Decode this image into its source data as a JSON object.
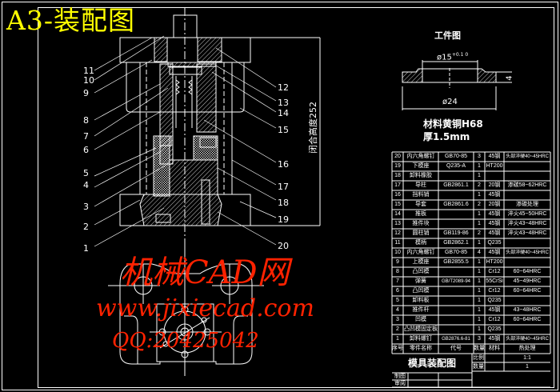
{
  "title": "A3-装配图",
  "assembly": {
    "callouts_left": [
      "11",
      "10",
      "9",
      "8",
      "7",
      "6",
      "5",
      "4",
      "3",
      "2",
      "1"
    ],
    "callouts_right": [
      "12",
      "13",
      "14",
      "15",
      "16",
      "17",
      "18",
      "19",
      "20"
    ],
    "closed_height_label": "闭合高度252"
  },
  "workpiece": {
    "title": "工件图",
    "inner_dia": "ø15",
    "tolerance": "+0.1 0",
    "outer_dia": "ø24",
    "height": "4",
    "material": "材料黄铜H68",
    "thickness": "厚1.5mm"
  },
  "bom": {
    "headers": [
      "序号",
      "零件名称",
      "代号",
      "数量",
      "材料",
      "热处理"
    ],
    "rows": [
      [
        "20",
        "内六角螺钉",
        "GB70-85",
        "3",
        "45钢",
        "头部淬硬40~45HRC"
      ],
      [
        "19",
        "下模座",
        "Q235-A",
        "1",
        "HT200",
        ""
      ],
      [
        "18",
        "卸料橡胶",
        "",
        "1",
        "",
        ""
      ],
      [
        "17",
        "导柱",
        "GB2861.1",
        "2",
        "20钢",
        "渗碳58~62HRC"
      ],
      [
        "16",
        "挡料销",
        "",
        "1",
        "45钢",
        ""
      ],
      [
        "15",
        "导套",
        "GB2861.6",
        "2",
        "20钢",
        "渗碳处理"
      ],
      [
        "14",
        "推板",
        "",
        "1",
        "45钢",
        "淬火45~50HRC"
      ],
      [
        "13",
        "推件块",
        "",
        "1",
        "45钢",
        "淬火43~48HRC"
      ],
      [
        "12",
        "圆柱销",
        "GB119-86",
        "2",
        "45钢",
        "淬火43~48HRC"
      ],
      [
        "11",
        "模柄",
        "GB2862.1",
        "1",
        "Q235",
        ""
      ],
      [
        "10",
        "内六角螺钉",
        "GB70-85",
        "4",
        "45钢",
        "头部淬硬40~45HRC"
      ],
      [
        "9",
        "上模座",
        "GB2855.5",
        "1",
        "HT200",
        ""
      ],
      [
        "8",
        "凸凹模",
        "",
        "1",
        "Cr12",
        "60~64HRC"
      ],
      [
        "7",
        "弹簧",
        "GB/T2089-94",
        "1",
        "55CrSi",
        "45~49HRC"
      ],
      [
        "6",
        "凸凹模",
        "",
        "1",
        "Cr12",
        "60~64HRC"
      ],
      [
        "5",
        "卸料板",
        "",
        "1",
        "Q235",
        ""
      ],
      [
        "4",
        "推件杆",
        "",
        "1",
        "45钢",
        "43~48HRC"
      ],
      [
        "3",
        "凹模",
        "",
        "1",
        "Cr12",
        "60~64HRC"
      ],
      [
        "2",
        "凸凹模固定板",
        "",
        "1",
        "Q235",
        ""
      ],
      [
        "1",
        "卸料螺钉",
        "GB2876.6-81",
        "3",
        "45钢",
        "头部淬硬40~45HRC"
      ]
    ],
    "title_block": {
      "drawing_name": "模具装配图",
      "scale_label": "比例",
      "scale_value": "1:1",
      "qty_label": "数量",
      "qty_value": "1",
      "drawn_label": "制图",
      "checked_label": "审阅"
    }
  },
  "watermark": {
    "line1": "机械CAD网",
    "line2": "www.jixiecad.com",
    "line3": "QQ:20425042"
  },
  "colors": {
    "background": "#000000",
    "lines": "#ffffff",
    "title": "#ffff00",
    "watermark": "#ff2200"
  }
}
